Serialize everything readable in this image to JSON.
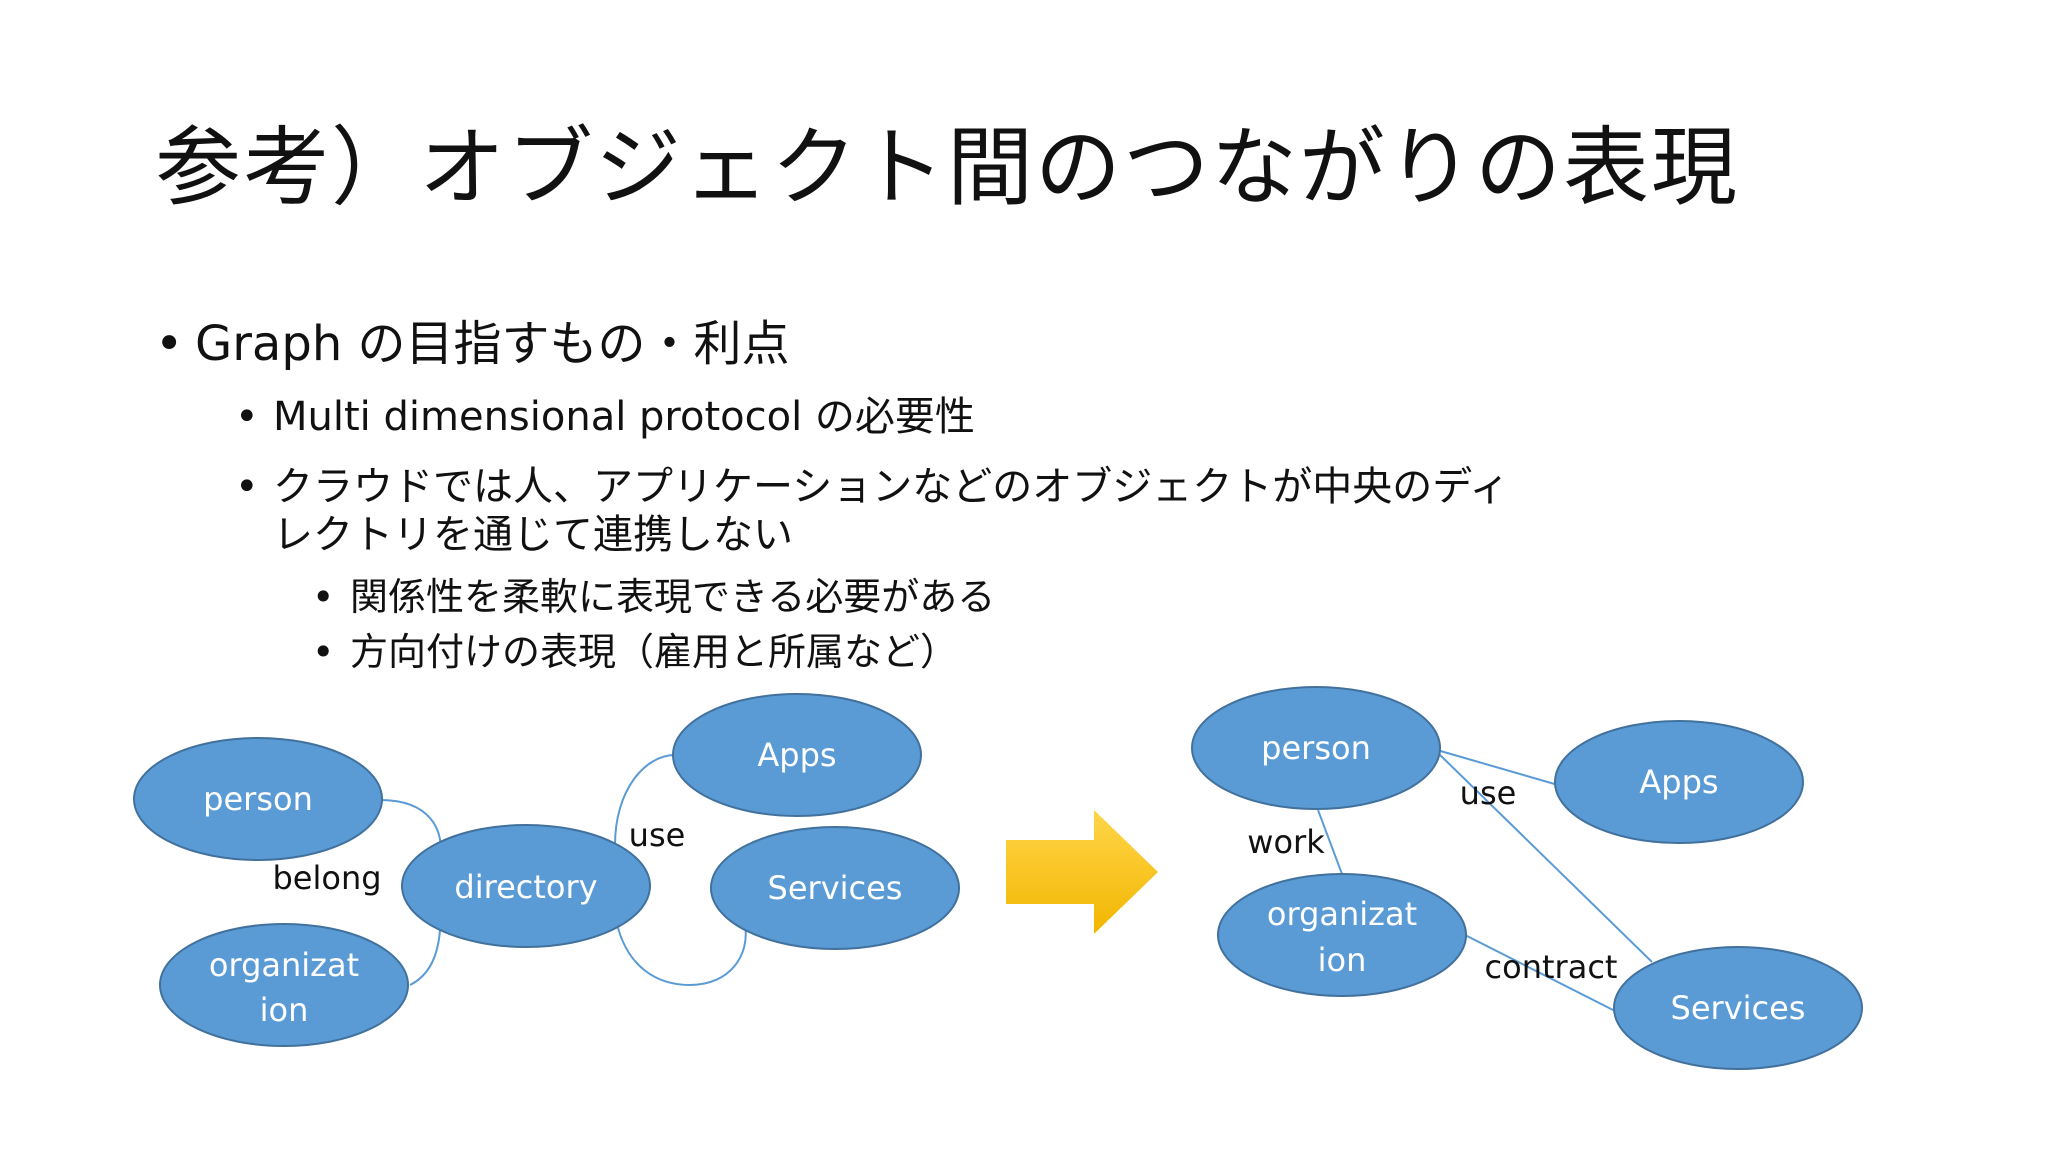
{
  "slide": {
    "title": "参考）オブジェクト間のつながりの表現",
    "bullets": {
      "l1": {
        "en": "Graph",
        "jp": " の目指すもの・利点"
      },
      "l2a": {
        "en": "Multi dimensional protocol",
        "jp": " の必要性"
      },
      "l2b_line1": "クラウドでは人、アプリケーションなどのオブジェクトが中央のディ",
      "l2b_line2": "レクトリを通じて連携しない",
      "l3a": "関係性を柔軟に表現できる必要がある",
      "l3b": "方向付けの表現（雇用と所属など）"
    }
  },
  "left_diagram": {
    "nodes": {
      "person": "person",
      "organization_line1": "organizat",
      "organization_line2": "ion",
      "directory": "directory",
      "apps": "Apps",
      "services": "Services"
    },
    "labels": {
      "belong": "belong",
      "use": "use"
    }
  },
  "right_diagram": {
    "nodes": {
      "person": "person",
      "organization_line1": "organizat",
      "organization_line2": "ion",
      "apps": "Apps",
      "services": "Services"
    },
    "labels": {
      "use": "use",
      "work": "work",
      "contract": "contract"
    }
  },
  "colors": {
    "node_fill": "#5b9bd5",
    "node_stroke": "#41719c",
    "edge": "#5b9bd5",
    "arrow_top": "#ffd54a",
    "arrow_bottom": "#f2b600"
  }
}
